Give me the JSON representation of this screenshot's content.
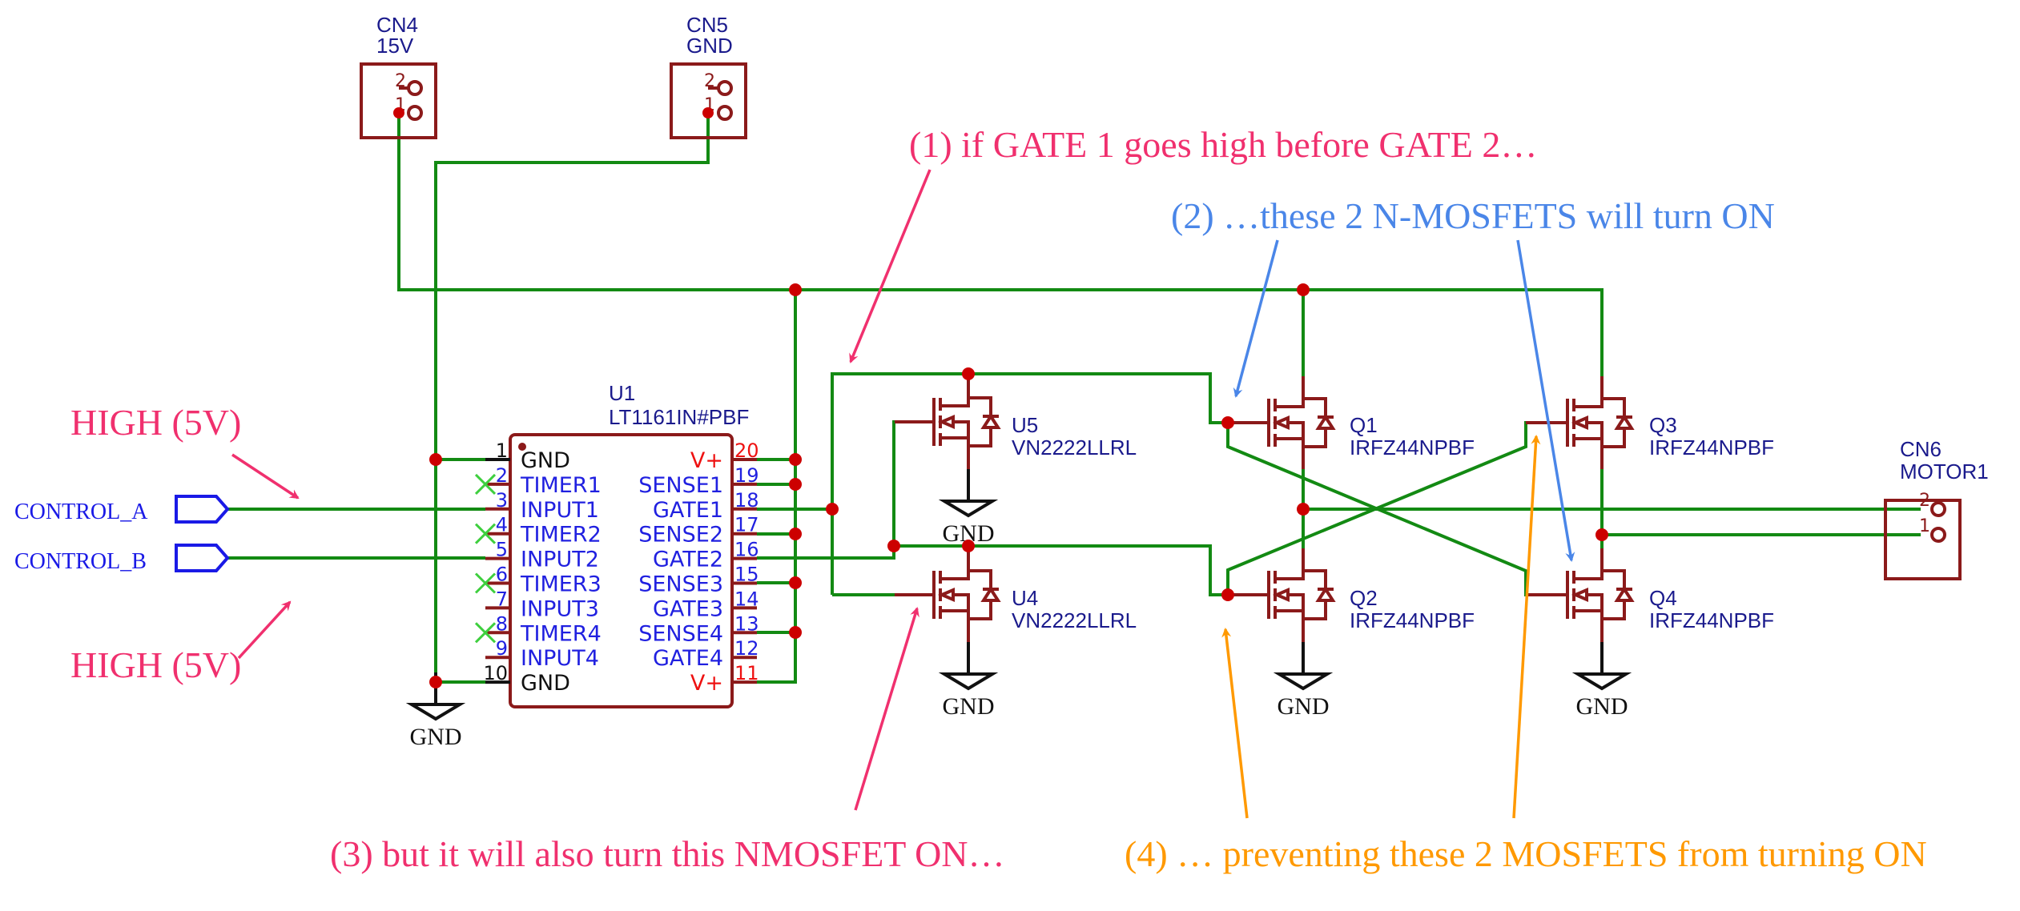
{
  "colors": {
    "wire": "#138a13",
    "symbol": "#8b1a1a",
    "junction": "#cc0000",
    "annotation_pink": "#f0306e",
    "annotation_blue": "#4a86e8",
    "annotation_orange": "#ff9900",
    "net_label": "#1a1ae6",
    "ref_text": "#1a1a8c"
  },
  "connectors": {
    "cn4": {
      "ref": "CN4",
      "value": "15V",
      "pin_top": "2",
      "pin_bottom": "1"
    },
    "cn5": {
      "ref": "CN5",
      "value": "GND",
      "pin_top": "2",
      "pin_bottom": "1"
    },
    "cn6": {
      "ref": "CN6",
      "value": "MOTOR1",
      "pin_top": "2",
      "pin_bottom": "1"
    }
  },
  "ic": {
    "ref": "U1",
    "value": "LT1161IN#PBF",
    "left_pins": [
      {
        "num": "1",
        "name": "GND"
      },
      {
        "num": "2",
        "name": "TIMER1"
      },
      {
        "num": "3",
        "name": "INPUT1"
      },
      {
        "num": "4",
        "name": "TIMER2"
      },
      {
        "num": "5",
        "name": "INPUT2"
      },
      {
        "num": "6",
        "name": "TIMER3"
      },
      {
        "num": "7",
        "name": "INPUT3"
      },
      {
        "num": "8",
        "name": "TIMER4"
      },
      {
        "num": "9",
        "name": "INPUT4"
      },
      {
        "num": "10",
        "name": "GND"
      }
    ],
    "right_pins": [
      {
        "num": "20",
        "name": "V+"
      },
      {
        "num": "19",
        "name": "SENSE1"
      },
      {
        "num": "18",
        "name": "GATE1"
      },
      {
        "num": "17",
        "name": "SENSE2"
      },
      {
        "num": "16",
        "name": "GATE2"
      },
      {
        "num": "15",
        "name": "SENSE3"
      },
      {
        "num": "14",
        "name": "GATE3"
      },
      {
        "num": "13",
        "name": "SENSE4"
      },
      {
        "num": "12",
        "name": "GATE4"
      },
      {
        "num": "11",
        "name": "V+"
      }
    ]
  },
  "mosfets": {
    "u5": {
      "ref": "U5",
      "value": "VN2222LLRL"
    },
    "u4": {
      "ref": "U4",
      "value": "VN2222LLRL"
    },
    "q1": {
      "ref": "Q1",
      "value": "IRFZ44NPBF"
    },
    "q2": {
      "ref": "Q2",
      "value": "IRFZ44NPBF"
    },
    "q3": {
      "ref": "Q3",
      "value": "IRFZ44NPBF"
    },
    "q4": {
      "ref": "Q4",
      "value": "IRFZ44NPBF"
    }
  },
  "gnd_label": "GND",
  "net_labels": {
    "control_a": "CONTROL_A",
    "control_b": "CONTROL_B"
  },
  "annotations": {
    "high_a": "HIGH (5V)",
    "high_b": "HIGH (5V)",
    "step1": "(1)  if GATE 1 goes high before GATE 2…",
    "step2": "(2) …these 2 N-MOSFETS will turn ON",
    "step3": "(3) but it will also turn this NMOSFET ON…",
    "step4": "(4) … preventing these 2 MOSFETS from turning ON"
  }
}
